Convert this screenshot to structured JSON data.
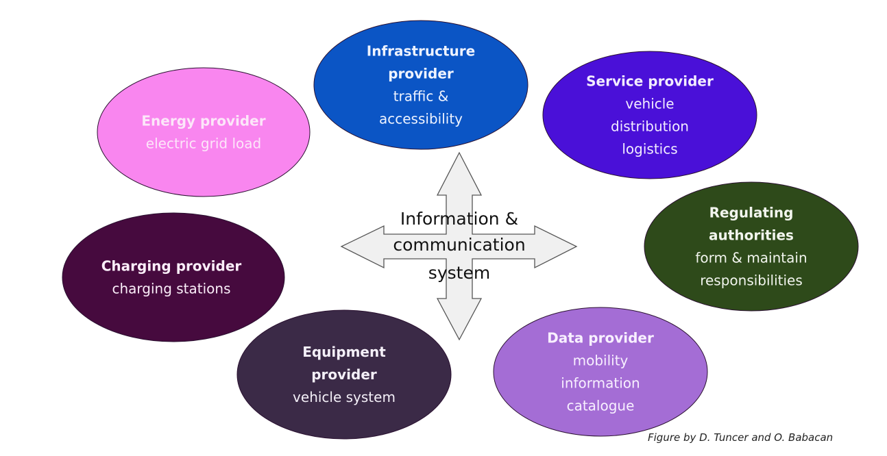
{
  "center": {
    "lines": [
      "Information &",
      "communication",
      "system"
    ],
    "arrow_fill": "#f0f0f0",
    "arrow_stroke": "#555555"
  },
  "actors": [
    {
      "id": "energy",
      "title": [
        "Energy provider"
      ],
      "sub": [
        "electric grid load"
      ],
      "fill": "#f986ef",
      "text": "#fce6f9"
    },
    {
      "id": "infrastructure",
      "title": [
        "Infrastructure",
        "provider"
      ],
      "sub": [
        "traffic &",
        "accessibility"
      ],
      "fill": "#0b55c5",
      "text": "#eef3ff"
    },
    {
      "id": "service",
      "title": [
        "Service provider"
      ],
      "sub": [
        "vehicle",
        "distribution",
        "logistics"
      ],
      "fill": "#4a10d8",
      "text": "#f2ecff"
    },
    {
      "id": "regulating",
      "title": [
        "Regulating",
        "authorities"
      ],
      "sub": [
        "form & maintain",
        "responsibilities"
      ],
      "fill": "#2e4a1a",
      "text": "#f2f5ee"
    },
    {
      "id": "data",
      "title": [
        "Data provider"
      ],
      "sub": [
        "mobility",
        "information",
        "catalogue"
      ],
      "fill": "#a46dd5",
      "text": "#f8f0ff"
    },
    {
      "id": "equipment",
      "title": [
        "Equipment",
        "provider"
      ],
      "sub": [
        "vehicle system"
      ],
      "fill": "#3b2a47",
      "text": "#f4f0f8"
    },
    {
      "id": "charging",
      "title": [
        "Charging provider"
      ],
      "sub": [
        "charging stations"
      ],
      "fill": "#460a3e",
      "text": "#fbeef9"
    }
  ],
  "credit": "Figure by D. Tuncer and O. Babacan"
}
